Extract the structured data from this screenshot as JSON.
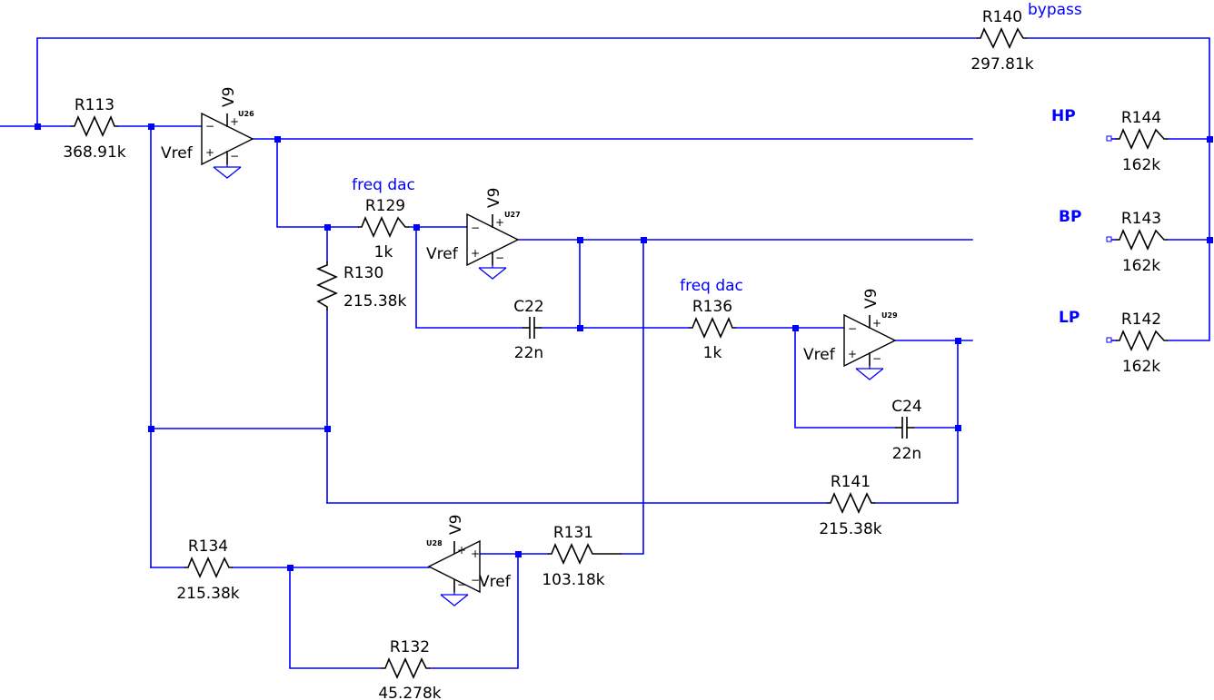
{
  "resistors": {
    "r113": {
      "name": "R113",
      "value": "368.91k"
    },
    "r140": {
      "name": "R140",
      "value": "297.81k"
    },
    "r129": {
      "name": "R129",
      "value": "1k"
    },
    "r130": {
      "name": "R130",
      "value": "215.38k"
    },
    "r136": {
      "name": "R136",
      "value": "1k"
    },
    "r141": {
      "name": "R141",
      "value": "215.38k"
    },
    "r134": {
      "name": "R134",
      "value": "215.38k"
    },
    "r131": {
      "name": "R131",
      "value": "103.18k"
    },
    "r132": {
      "name": "R132",
      "value": "45.278k"
    },
    "r144": {
      "name": "R144",
      "value": "162k"
    },
    "r143": {
      "name": "R143",
      "value": "162k"
    },
    "r142": {
      "name": "R142",
      "value": "162k"
    }
  },
  "capacitors": {
    "c22": {
      "name": "C22",
      "value": "22n"
    },
    "c24": {
      "name": "C24",
      "value": "22n"
    }
  },
  "opamps": {
    "u26": {
      "name": "U26",
      "supply": "V9",
      "ref": "Vref"
    },
    "u27": {
      "name": "U27",
      "supply": "V9",
      "ref": "Vref"
    },
    "u29": {
      "name": "U29",
      "supply": "V9",
      "ref": "Vref"
    },
    "u28": {
      "name": "U28",
      "supply": "V9",
      "ref": "Vref"
    }
  },
  "pin_signs": {
    "plus": "+",
    "minus": "−"
  },
  "net_labels": {
    "bypass": "bypass",
    "freq_dac_1": "freq dac",
    "freq_dac_2": "freq dac",
    "hp": "HP",
    "bp": "BP",
    "lp": "LP"
  },
  "colors": {
    "wire": "#0000ff",
    "component": "#000000",
    "background": "#ffffff"
  }
}
